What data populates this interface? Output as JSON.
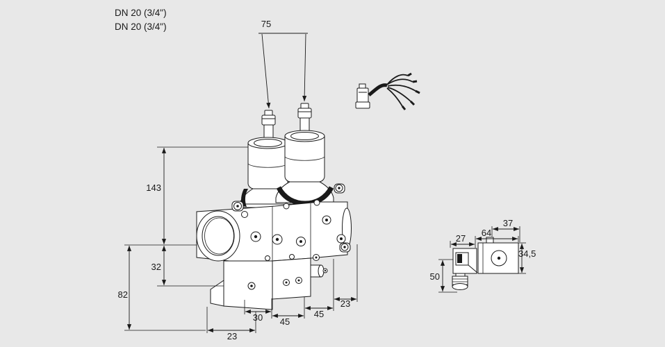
{
  "page": {
    "background": "#e8e8e8",
    "line_color": "#1a1a1a"
  },
  "connection_labels": {
    "inlet": "DN 20 (3/4\")",
    "outlet": "DN 20 (3/4\")"
  },
  "dimensions_mm": {
    "top_width": "75",
    "left_height_total": "143",
    "left_height_mid": "32",
    "left_height_bottom": "82",
    "bottom_left": "23",
    "bottom_front": "30",
    "bottom_mid_left": "45",
    "bottom_mid_right": "45",
    "bottom_right": "23",
    "detail_width_left": "27",
    "detail_width_total": "64",
    "detail_depth": "37",
    "detail_height_right": "34,5",
    "detail_height_left": "50"
  }
}
